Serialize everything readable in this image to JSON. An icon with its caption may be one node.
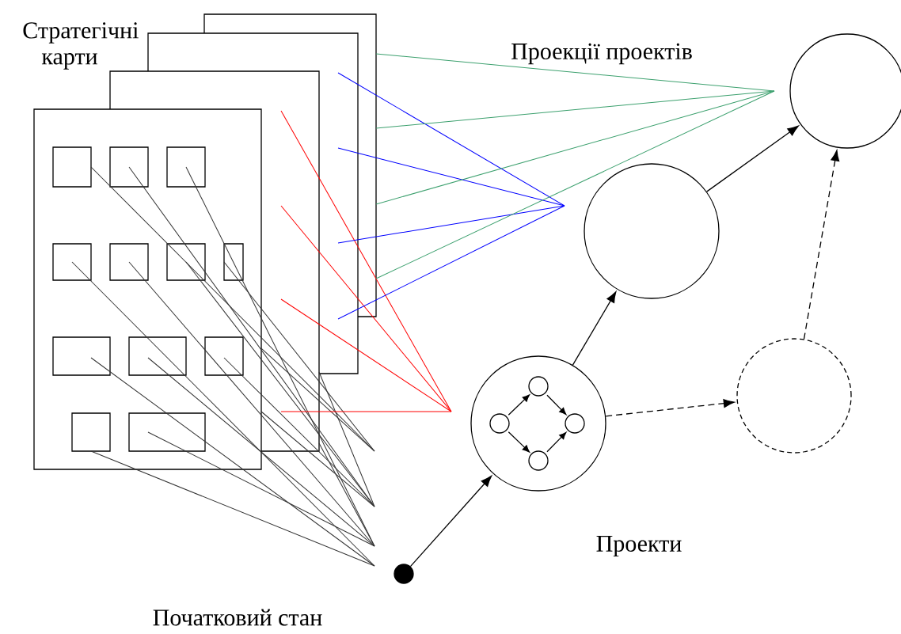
{
  "diagram": {
    "nodes": [
      {
        "text": [],
        "shape": "circle"
      },
      {
        "text": [],
        "shape": "circle"
      },
      {
        "text": [],
        "shape": "circle",
        "in": 1
      },
      {
        "text": [],
        "shape": "circle",
        "in": 1
      },
      {
        "text": [],
        "shape": "circle",
        "in": 1
      },
      {
        "text": [],
        "shape": "circle",
        "in": 1
      },
      {
        "text": [],
        "shape": "circle"
      },
      {
        "text": [],
        "shape": "circle"
      },
      {
        "text": [],
        "shape": "circle"
      }
    ],
    "edges": [
      {
        "from": 0,
        "to": 1,
        "arrow": "to"
      },
      {
        "from": 2,
        "to": 3,
        "arrow": "to"
      },
      {
        "from": 2,
        "to": 5,
        "arrow": "to"
      },
      {
        "from": 3,
        "to": 4,
        "arrow": "to"
      },
      {
        "from": 5,
        "to": 4,
        "arrow": "to"
      },
      {
        "from": 1,
        "to": 6,
        "arrow": "to"
      },
      {
        "from": 6,
        "to": 7,
        "arrow": "to"
      },
      {
        "from": 1,
        "to": 8,
        "arrow": "to",
        "style": "dashed"
      },
      {
        "from": 8,
        "to": 7,
        "arrow": "to",
        "style": "dashed"
      }
    ],
    "labels": [
      "Стратегічні карти",
      "Проекції проектів",
      "Проекти",
      "Початковий стан"
    ]
  }
}
